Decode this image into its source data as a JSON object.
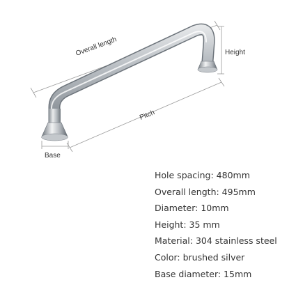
{
  "labels": {
    "overall_length": "Overall length",
    "height": "Height",
    "pitch": "Pitch",
    "base": "Base"
  },
  "specs": [
    "Hole spacing: 480mm",
    "Overall length: 495mm",
    "Diameter: 10mm",
    "Height: 35 mm",
    "Material: 304 stainless steel",
    "Color: brushed silver",
    "Base diameter: 15mm"
  ],
  "colors": {
    "background": "#ffffff",
    "text": "#333333",
    "dimension_line": "#999999",
    "metal": "#c8ccd0"
  }
}
